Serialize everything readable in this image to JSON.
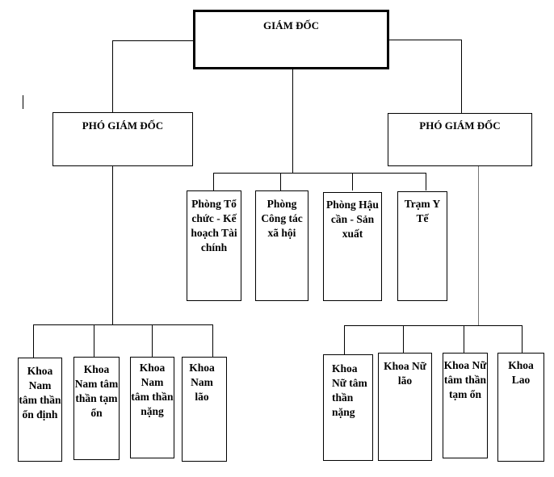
{
  "diagram": {
    "type": "org-chart",
    "director": {
      "label": "GIÁM ĐỐC"
    },
    "deputies": [
      {
        "label": "PHÓ GIÁM ĐỐC"
      },
      {
        "label": "PHÓ GIÁM ĐỐC"
      }
    ],
    "departments": [
      {
        "label": "Phòng Tổ chức - Kế hoạch Tài chính"
      },
      {
        "label": "Phòng Công tác xã hội"
      },
      {
        "label": "Phòng Hậu cần - Sản xuất"
      },
      {
        "label": "Trạm Y Tế"
      }
    ],
    "left_wards": [
      {
        "label": "Khoa Nam tâm thần ổn định"
      },
      {
        "label": "Khoa Nam tâm thần tạm ổn"
      },
      {
        "label": "Khoa Nam tâm thần nặng"
      },
      {
        "label": "Khoa Nam lão"
      }
    ],
    "right_wards": [
      {
        "label": "Khoa Nữ tâm thần nặng"
      },
      {
        "label": "Khoa Nữ lão"
      },
      {
        "label": "Khoa Nữ tâm thần tạm ổn"
      },
      {
        "label": "Khoa Lao"
      }
    ]
  }
}
